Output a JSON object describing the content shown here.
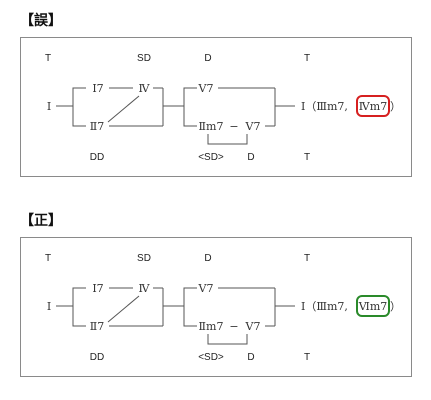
{
  "sections": [
    {
      "heading": "【誤】",
      "functions_top": [
        "T",
        "SD",
        "D",
        "T"
      ],
      "functions_bottom": [
        "DD",
        "<SD>",
        "D",
        "T"
      ],
      "chords": {
        "start": "Ⅰ",
        "upper_left_a": "Ⅰ7",
        "upper_left_b": "Ⅳ",
        "lower_left": "Ⅱ7",
        "upper_mid": "Ⅴ7",
        "lower_mid_a": "Ⅱm7",
        "lower_mid_dash": "−",
        "lower_mid_b": "Ⅴ7",
        "end_prefix": "Ⅰ（Ⅲm7,",
        "end_highlight": "Ⅳm7",
        "end_suffix": "）"
      },
      "highlight_color": "#d62020"
    },
    {
      "heading": "【正】",
      "functions_top": [
        "T",
        "SD",
        "D",
        "T"
      ],
      "functions_bottom": [
        "DD",
        "<SD>",
        "D",
        "T"
      ],
      "chords": {
        "start": "Ⅰ",
        "upper_left_a": "Ⅰ7",
        "upper_left_b": "Ⅳ",
        "lower_left": "Ⅱ7",
        "upper_mid": "Ⅴ7",
        "lower_mid_a": "Ⅱm7",
        "lower_mid_dash": "−",
        "lower_mid_b": "Ⅴ7",
        "end_prefix": "Ⅰ（Ⅲm7,",
        "end_highlight": "Ⅵm7",
        "end_suffix": "）"
      },
      "highlight_color": "#2a8a2a"
    }
  ]
}
